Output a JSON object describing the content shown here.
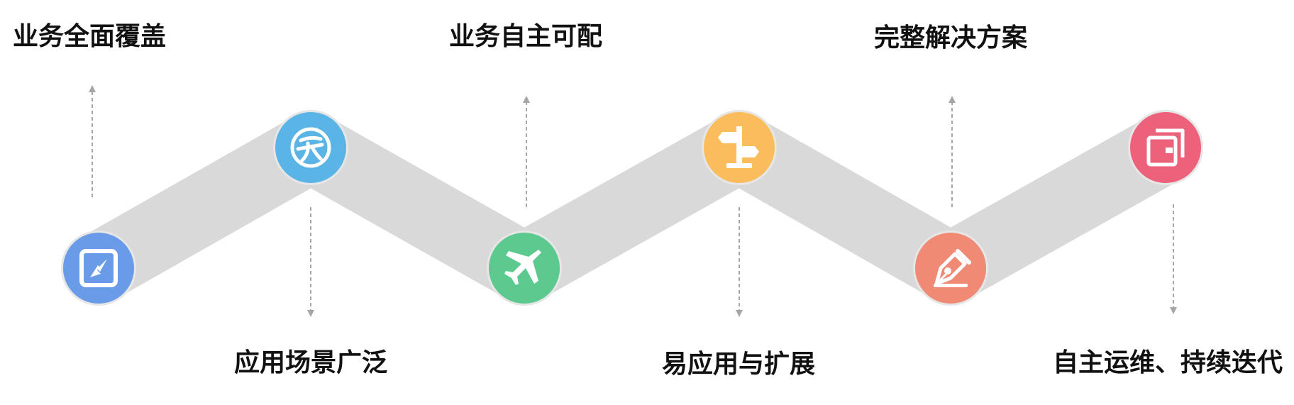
{
  "steps": [
    {
      "label": "业务全面覆盖",
      "icon": "compass-icon",
      "color": "#6a9be9",
      "label_side": "top"
    },
    {
      "label": "应用场景广泛",
      "icon": "globe-icon",
      "color": "#5ab4e5",
      "label_side": "bottom"
    },
    {
      "label": "业务自主可配",
      "icon": "airplane-icon",
      "color": "#5cc98e",
      "label_side": "top"
    },
    {
      "label": "易应用与扩展",
      "icon": "signpost-icon",
      "color": "#fbbc5c",
      "label_side": "bottom"
    },
    {
      "label": "完整解决方案",
      "icon": "pen-nib-icon",
      "color": "#f08a74",
      "label_side": "top"
    },
    {
      "label": "自主运维、持续迭代",
      "icon": "wallet-icon",
      "color": "#ec627b",
      "label_side": "bottom"
    }
  ],
  "band_color": "#d9d9d9",
  "arrow_color": "#a6a6a6",
  "icon_color": "#ffffff"
}
